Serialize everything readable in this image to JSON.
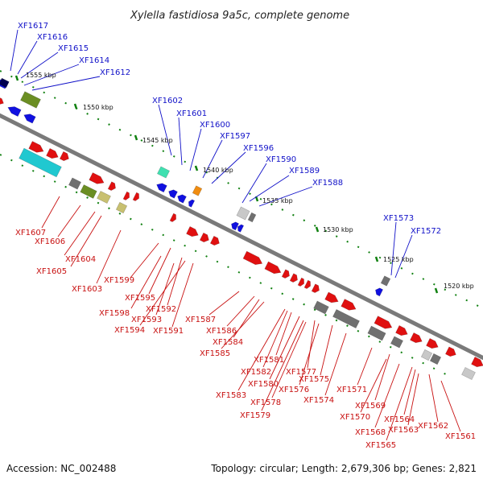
{
  "title": "Xylella fastidiosa 9a5c, complete genome",
  "footer": {
    "accession": "Accession: NC_002488",
    "summary": "Topology: circular; Length: 2,679,306 bp; Genes: 2,821"
  },
  "colors": {
    "backbone": "#808080",
    "forward_gene": "#e01010",
    "reverse_gene": "#1010e0",
    "top_label": "#1010c8",
    "bottom_label": "#c81010",
    "tick": "#108010",
    "olive": "#6b8e23",
    "khaki": "#c8c070",
    "cyan": "#20c8d0",
    "gray_feature": "#707070",
    "light_gray": "#c8c8c8",
    "orange": "#f08c10",
    "teal": "#40e0b0"
  },
  "ticks": [
    {
      "label": "1555 kbp"
    },
    {
      "label": "1550 kbp"
    },
    {
      "label": "1545 kbp"
    },
    {
      "label": "1540 kbp"
    },
    {
      "label": "1535 kbp"
    },
    {
      "label": "1530 kbp"
    },
    {
      "label": "1525 kbp"
    },
    {
      "label": "1520 kbp"
    }
  ],
  "genes_top": [
    "XF1617",
    "XF1616",
    "XF1615",
    "XF1614",
    "XF1612",
    "XF1602",
    "XF1601",
    "XF1600",
    "XF1597",
    "XF1596",
    "XF1590",
    "XF1589",
    "XF1588",
    "XF1573",
    "XF1572"
  ],
  "genes_bottom": [
    "XF1607",
    "XF1606",
    "XF1605",
    "XF1604",
    "XF1603",
    "XF1599",
    "XF1595",
    "XF1598",
    "XF1592",
    "XF1593",
    "XF1594",
    "XF1591",
    "XF1587",
    "XF1586",
    "XF1584",
    "XF1585",
    "XF1581",
    "XF1582",
    "XF1580",
    "XF1583",
    "XF1577",
    "XF1576",
    "XF1578",
    "XF1579",
    "XF1575",
    "XF1574",
    "XF1571",
    "XF1569",
    "XF1570",
    "XF1568",
    "XF1565",
    "XF1564",
    "XF1563",
    "XF1562",
    "XF1561"
  ]
}
